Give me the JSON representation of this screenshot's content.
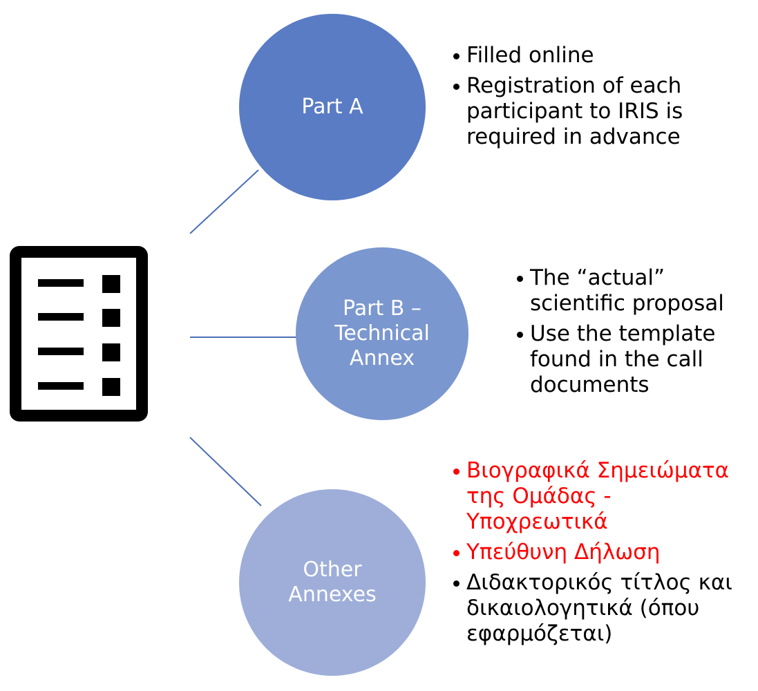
{
  "nodes": {
    "part_a": {
      "label": "Part A",
      "color": "#5a7cc4"
    },
    "part_b": {
      "label": "Part B –\nTechnical\nAnnex",
      "color": "#7b97cf"
    },
    "other": {
      "label": "Other\nAnnexes",
      "color": "#9eaed9"
    }
  },
  "bullets": {
    "part_a": [
      {
        "text": "Filled online",
        "color": "#000000"
      },
      {
        "text": "Registration of each participant to IRIS is required in advance",
        "color": "#000000"
      }
    ],
    "part_b": [
      {
        "text": "The “actual” scientific proposal",
        "color": "#000000"
      },
      {
        "text": "Use the template found in the call documents",
        "color": "#000000"
      }
    ],
    "other": [
      {
        "text": "Βιογραφικά Σημειώματα της Ομάδας - Υποχρεωτικά",
        "color": "#ff0000"
      },
      {
        "text": "Υπεύθυνη Δήλωση",
        "color": "#ff0000"
      },
      {
        "text": "Διδακτορικός τίτλος και δικαιολογητικά (όπου εφαρμόζεται)",
        "color": "#000000"
      }
    ]
  },
  "icon": {
    "name": "checklist-document-icon"
  },
  "connector_color": "#4a6db8"
}
